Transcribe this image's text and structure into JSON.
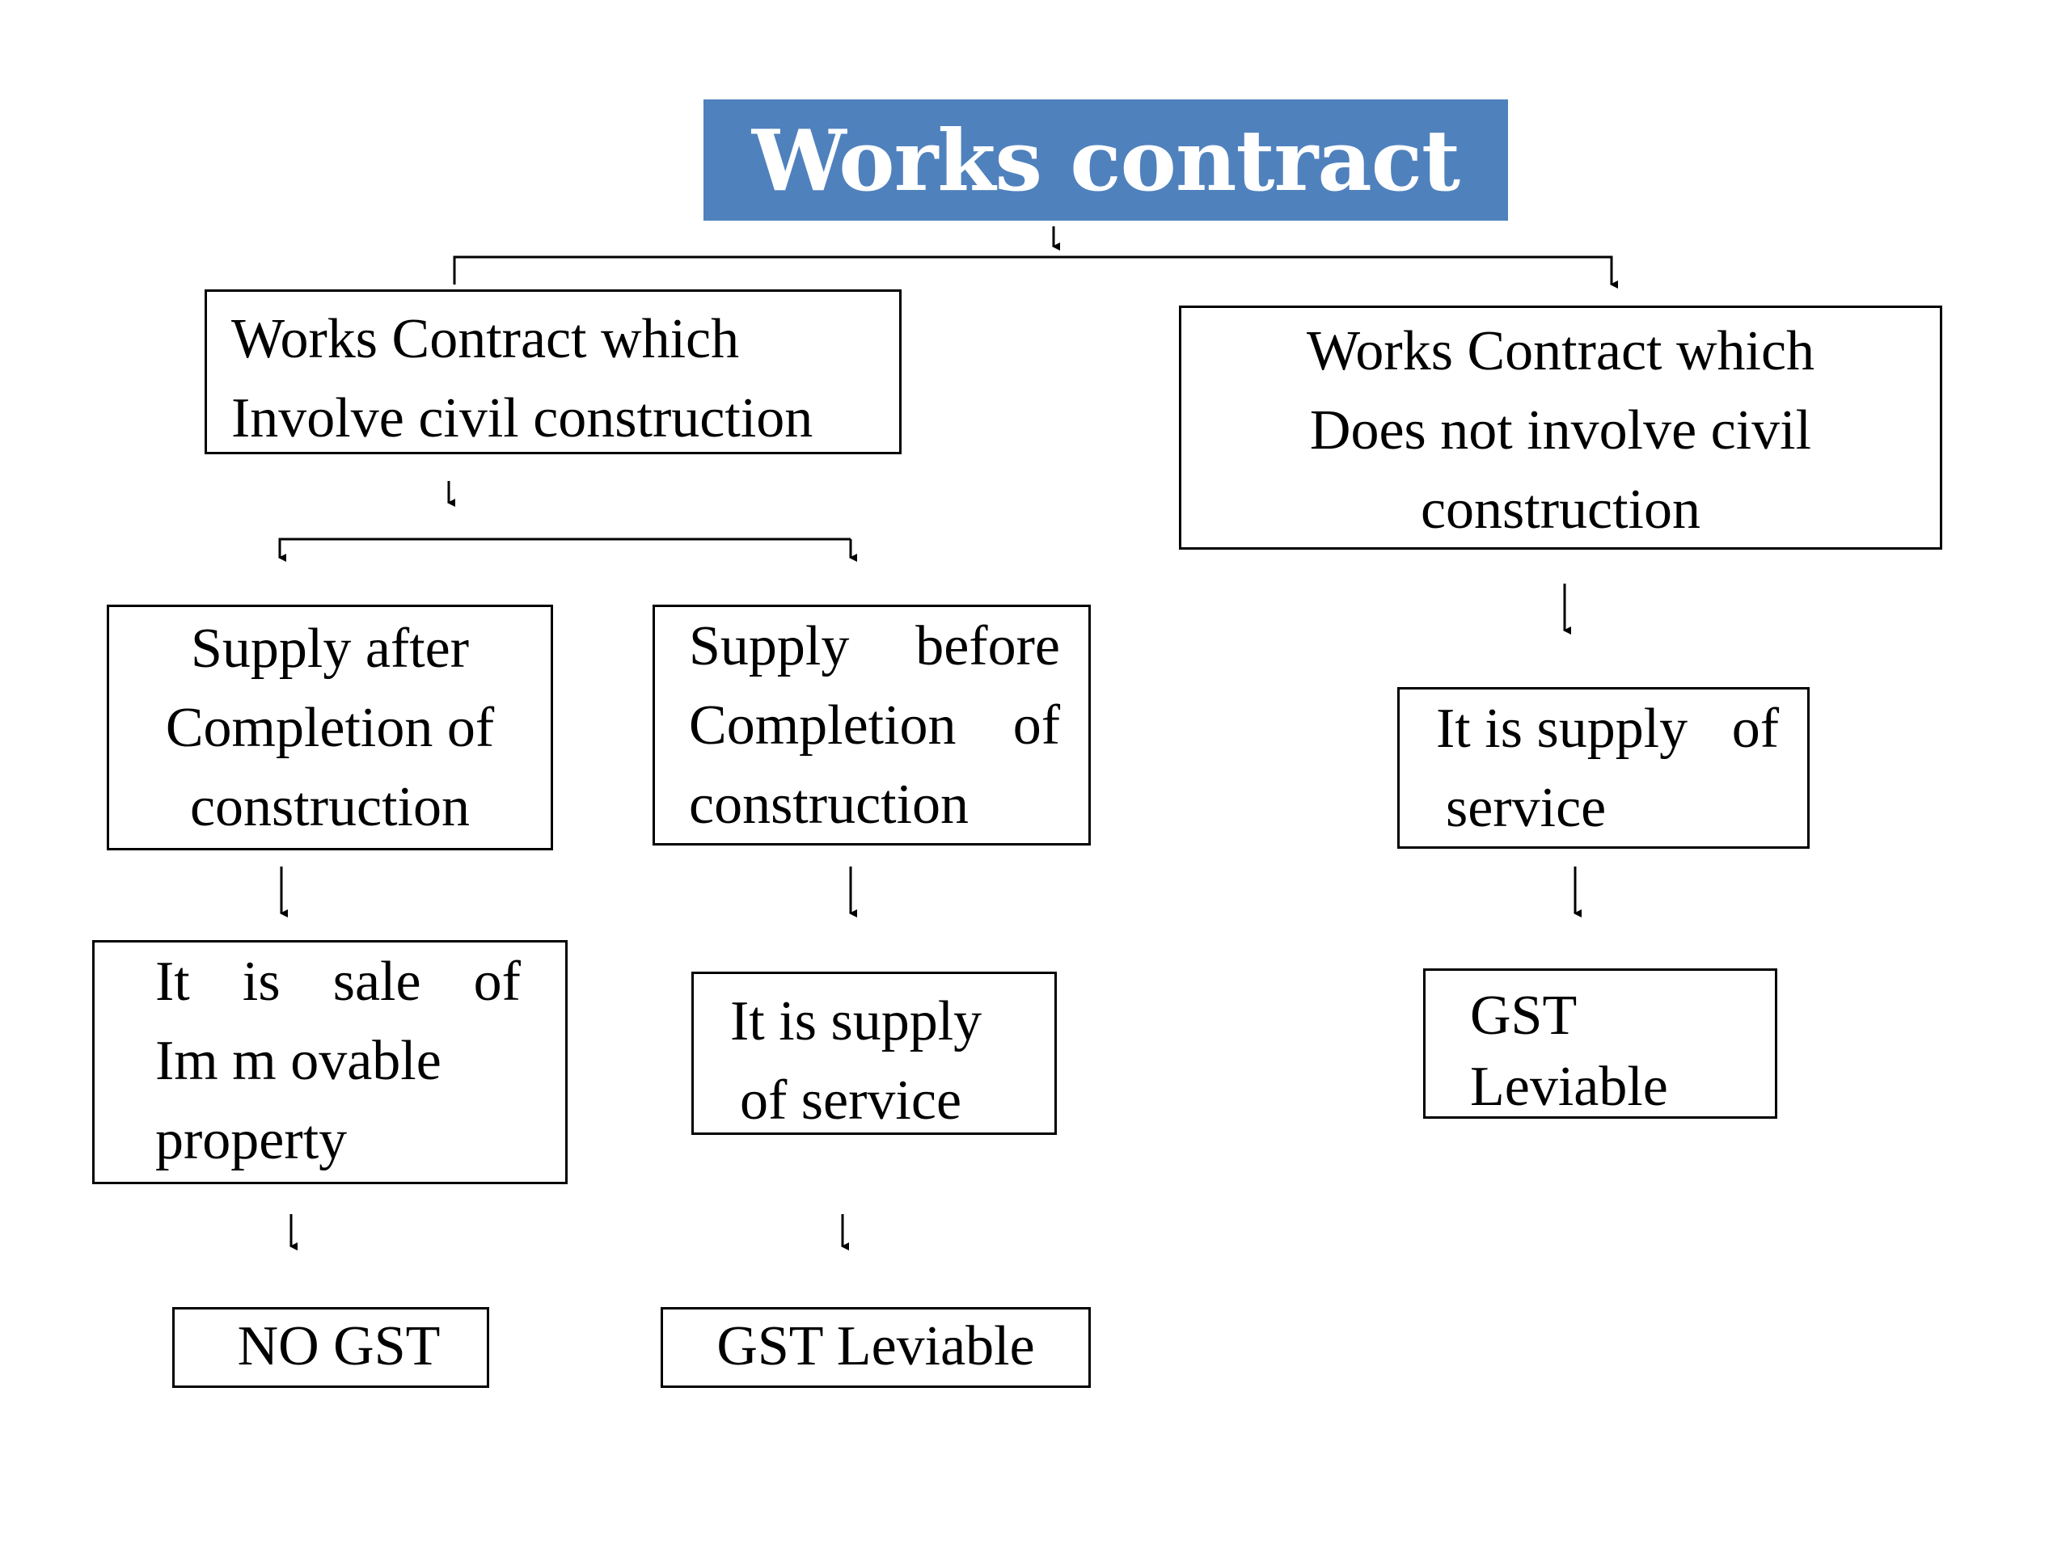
{
  "title": "Works contract",
  "colors": {
    "title_bg": "#4f81bd",
    "title_text": "#ffffff",
    "line": "#000000"
  },
  "branches": {
    "civil": {
      "lines": [
        "Works  Contract which",
        "Involve civil construction"
      ],
      "after": {
        "lines": [
          "Supply after",
          "Completion of",
          "construction"
        ],
        "result": {
          "words": [
            "It",
            "is",
            "sale",
            "of"
          ],
          "lines": [
            "Im m ovable",
            "property"
          ]
        },
        "outcome": "NO GST"
      },
      "before": {
        "words1": [
          "Supply",
          "before"
        ],
        "words2": [
          "Completion",
          "of"
        ],
        "line3": "construction",
        "result": {
          "lines": [
            "It is supply",
            "of service"
          ]
        },
        "outcome": "GST Leviable"
      }
    },
    "non_civil": {
      "lines": [
        "Works Contract which",
        "Does not involve civil",
        "construction"
      ],
      "result": {
        "words": [
          "It is supply",
          "of"
        ],
        "line2": "service"
      },
      "outcome": {
        "lines": [
          "GST",
          "Leviable"
        ]
      }
    }
  }
}
